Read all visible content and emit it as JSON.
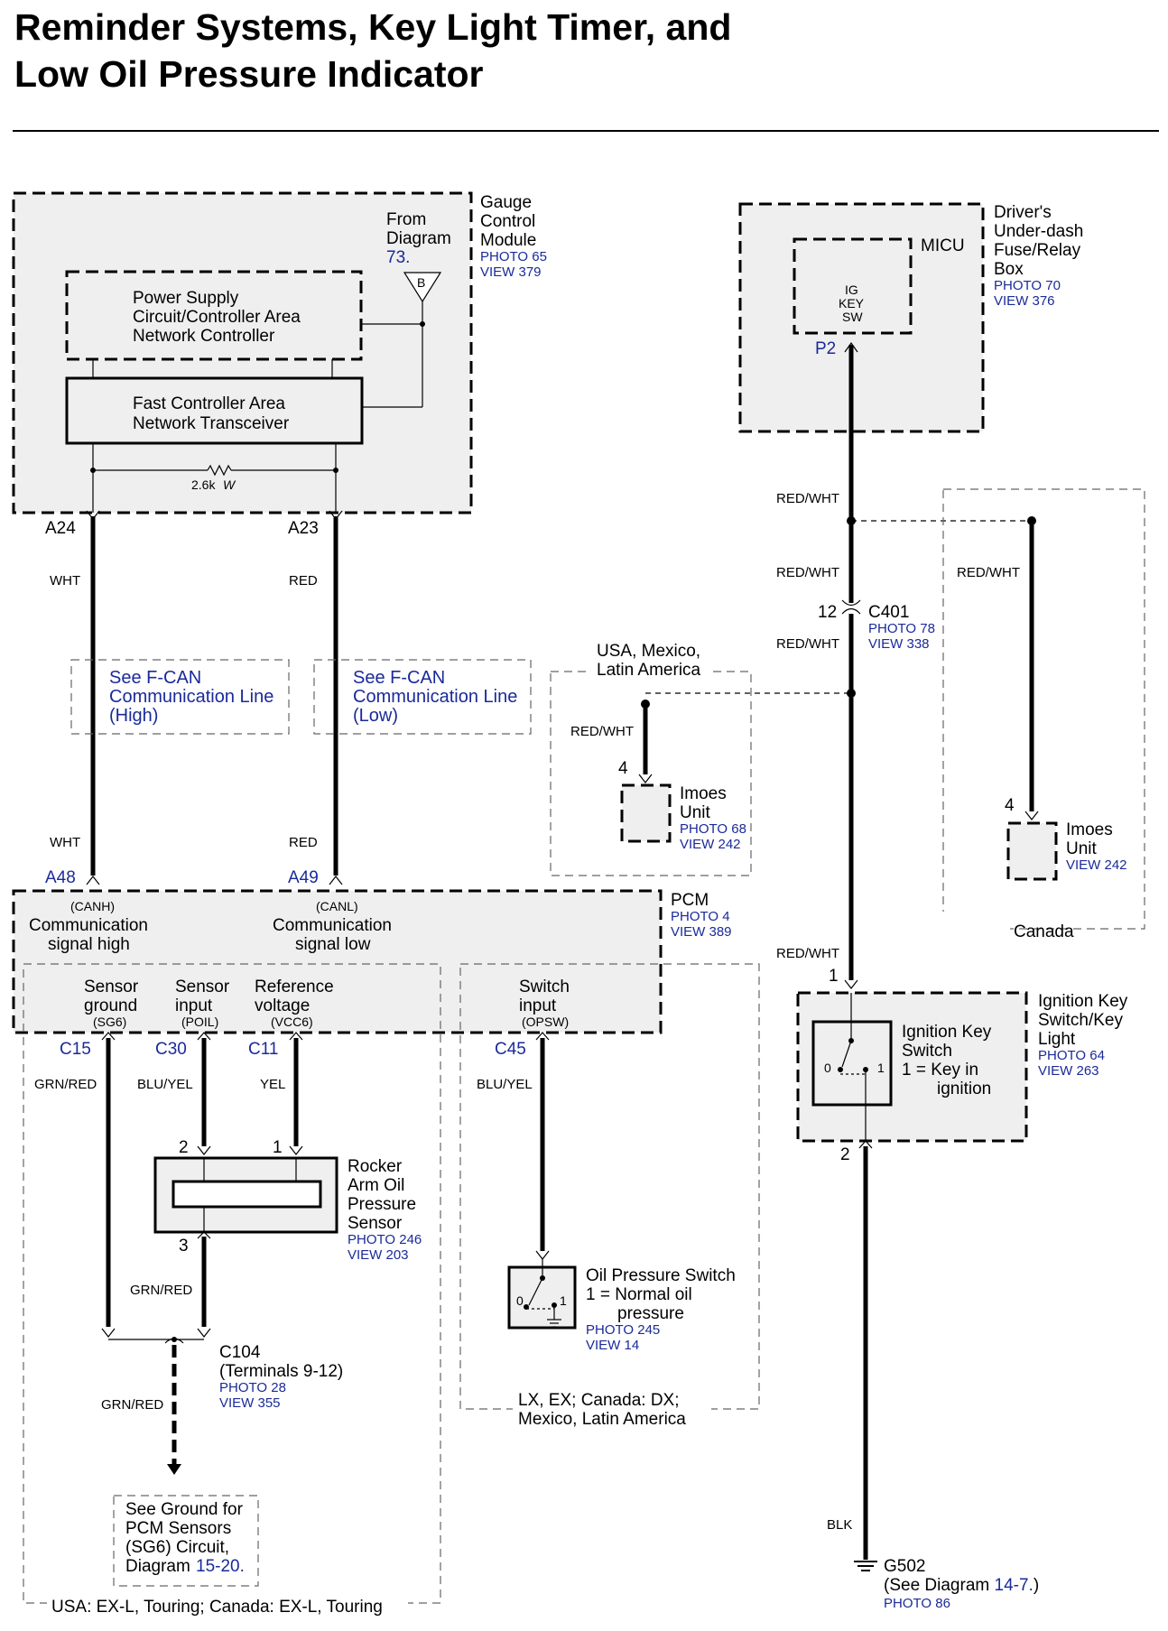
{
  "title_lines": [
    "Reminder Systems, Key Light Timer, and",
    "Low Oil Pressure Indicator"
  ],
  "gauge_module": {
    "name": [
      "Gauge",
      "Control",
      "Module"
    ],
    "refs": [
      "PHOTO 65",
      "VIEW 379"
    ],
    "from_diagram": [
      "From",
      "Diagram"
    ],
    "diagram_num": "73.",
    "connector_letter": "B",
    "power_supply": [
      "Power Supply",
      "Circuit/Controller Area",
      "Network Controller"
    ],
    "transceiver": [
      "Fast Controller Area",
      "Network Transceiver"
    ],
    "resistor": "2.6k",
    "resistor_unit": "W"
  },
  "micu_box": {
    "name": [
      "Driver's",
      "Under-dash",
      "Fuse/Relay",
      "Box"
    ],
    "refs": [
      "PHOTO 70",
      "VIEW 376"
    ],
    "micu": "MICU",
    "switch": [
      "IG",
      "KEY",
      "SW"
    ],
    "pin": "P2"
  },
  "wires": {
    "a24": "A24",
    "a23": "A23",
    "wht": "WHT",
    "red": "RED",
    "a48": "A48",
    "a49": "A49",
    "red_wht": "RED/WHT",
    "grn_red": "GRN/RED",
    "blu_yel": "BLU/YEL",
    "yel": "YEL",
    "blk": "BLK",
    "c15": "C15",
    "c30": "C30",
    "c11": "C11",
    "c45": "C45"
  },
  "fcan_high": [
    "See F-CAN",
    "Communication Line",
    "(High)"
  ],
  "fcan_low": [
    "See F-CAN",
    "Communication Line",
    "(Low)"
  ],
  "c401": {
    "pin": "12",
    "name": "C401",
    "refs": [
      "PHOTO 78",
      "VIEW 338"
    ]
  },
  "usa_region": [
    "USA, Mexico,",
    "Latin America"
  ],
  "imoes_usa": {
    "pin": "4",
    "name": [
      "Imoes",
      "Unit"
    ],
    "refs": [
      "PHOTO 68",
      "VIEW 242"
    ]
  },
  "imoes_canada": {
    "pin": "4",
    "name": [
      "Imoes",
      "Unit"
    ],
    "refs": [
      "VIEW 242"
    ]
  },
  "canada_label": "Canada",
  "pcm": {
    "name": "PCM",
    "refs": [
      "PHOTO 4",
      "VIEW 389"
    ],
    "canh": [
      "(CANH)",
      "Communication",
      "signal high"
    ],
    "canl": [
      "(CANL)",
      "Communication",
      "signal low"
    ],
    "sensor_ground": [
      "Sensor",
      "ground",
      "(SG6)"
    ],
    "sensor_input": [
      "Sensor",
      "input",
      "(POIL)"
    ],
    "ref_voltage": [
      "Reference",
      "voltage",
      "(VCC6)"
    ],
    "switch_input": [
      "Switch",
      "input",
      "(OPSW)"
    ]
  },
  "ignition": {
    "pin1": "1",
    "pin2": "2",
    "name": [
      "Ignition Key",
      "Switch/Key",
      "Light"
    ],
    "refs": [
      "PHOTO 64",
      "VIEW 263"
    ],
    "inner": [
      "Ignition Key",
      "Switch",
      "1 =  Key in",
      "ignition"
    ],
    "pos0": "0",
    "pos1": "1"
  },
  "rocker": {
    "pin2": "2",
    "pin1": "1",
    "pin3": "3",
    "name": [
      "Rocker",
      "Arm Oil",
      "Pressure",
      "Sensor"
    ],
    "refs": [
      "PHOTO 246",
      "VIEW 203"
    ]
  },
  "oil_switch": {
    "name": [
      "Oil Pressure Switch",
      "1 = Normal oil",
      "pressure"
    ],
    "refs": [
      "PHOTO 245",
      "VIEW 14"
    ],
    "pos0": "0",
    "pos1": "1"
  },
  "oil_region": [
    "LX, EX; Canada: DX;",
    "Mexico, Latin America"
  ],
  "c104": {
    "name": "C104",
    "desc": "(Terminals 9-12)",
    "refs": [
      "PHOTO 28",
      "VIEW 355"
    ]
  },
  "ground_note": [
    "See Ground for",
    "PCM Sensors",
    "(SG6) Circuit,",
    "Diagram"
  ],
  "ground_note_num": "15-20.",
  "bottom_region": "USA: EX-L, Touring; Canada: EX-L, Touring",
  "g502": {
    "name": "G502",
    "see": "(See Diagram ",
    "num": "14-7.",
    "close": ")",
    "refs": [
      "PHOTO 86"
    ]
  }
}
